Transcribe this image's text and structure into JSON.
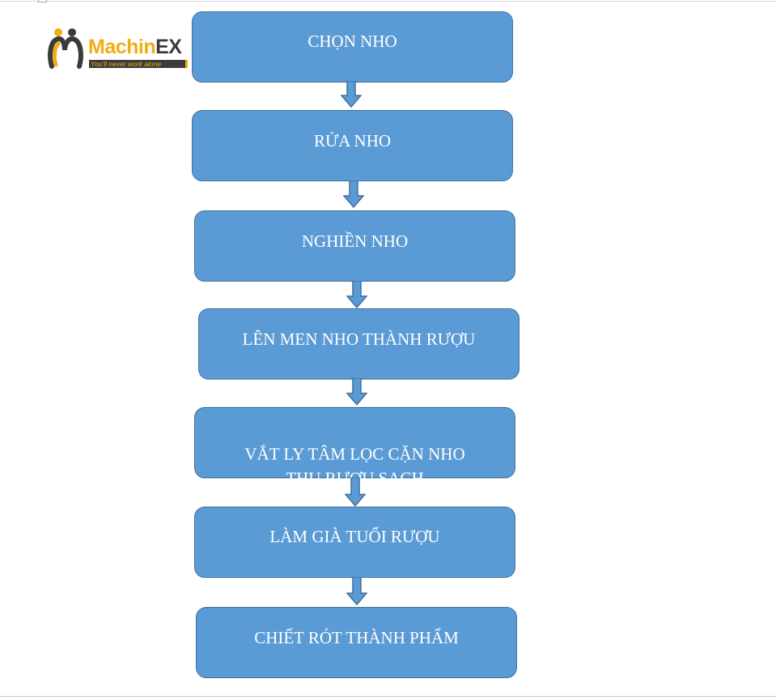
{
  "logo": {
    "name_part1": "Machin",
    "name_part2": "EX",
    "tagline": "You'll never work alone",
    "colors": {
      "accent": "#f2ac14",
      "dark": "#3a3a3a"
    },
    "icon": "two-people-logo-icon"
  },
  "flowchart": {
    "colors": {
      "box_fill": "#5b9bd5",
      "box_border": "#41719c",
      "text": "#ffffff"
    },
    "steps": [
      {
        "label": "CHỌN NHO"
      },
      {
        "label": "RỬA NHO"
      },
      {
        "label": "NGHIỀN NHO"
      },
      {
        "label": "LÊN MEN NHO THÀNH RƯỢU"
      },
      {
        "label": "VẮT LY TÂM LỌC CẶN NHO\nTHU RƯỢU SẠCH"
      },
      {
        "label": "LÀM GIÀ TUỔI RƯỢU"
      },
      {
        "label": "CHIẾT RÓT THÀNH PHẨM"
      }
    ]
  }
}
